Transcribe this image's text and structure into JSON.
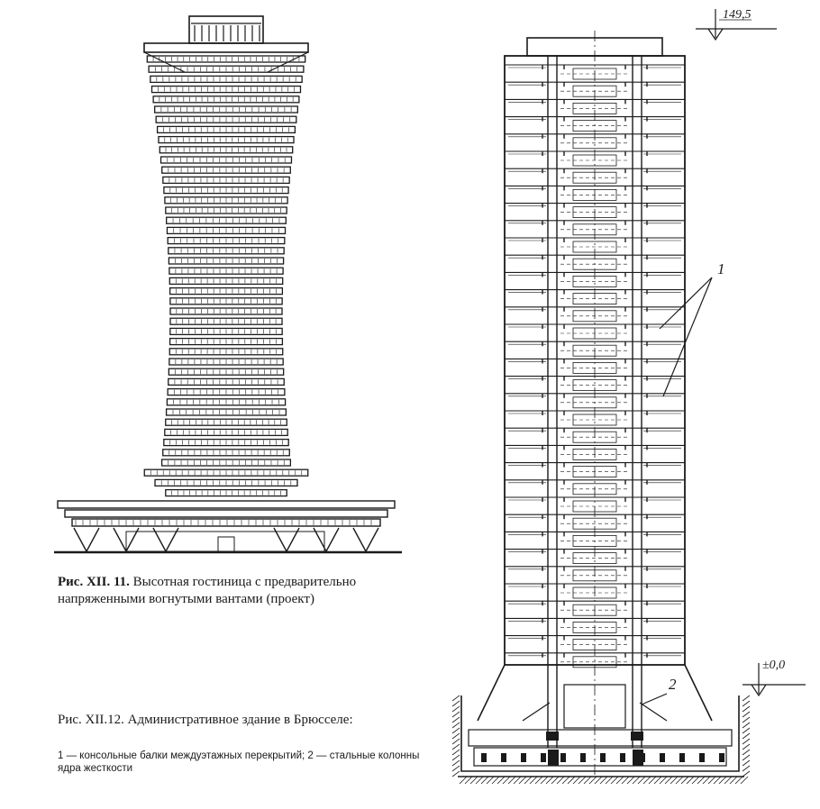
{
  "figure_11": {
    "label": "Рис. XII. 11.",
    "caption": "Высотная гостиница с предварительно напряженными вогнутыми вантами (проект)"
  },
  "figure_12": {
    "label": "Рис. XII.12.",
    "caption": "Административное здание в Брюсселе:",
    "legend": "1 — консольные балки междуэтажных перекрытий; 2 — стальные колонны ядра жесткости",
    "annotations": {
      "top_level": "149,5",
      "ground_level": "±0,0",
      "callout_1": "1",
      "callout_2": "2"
    }
  }
}
